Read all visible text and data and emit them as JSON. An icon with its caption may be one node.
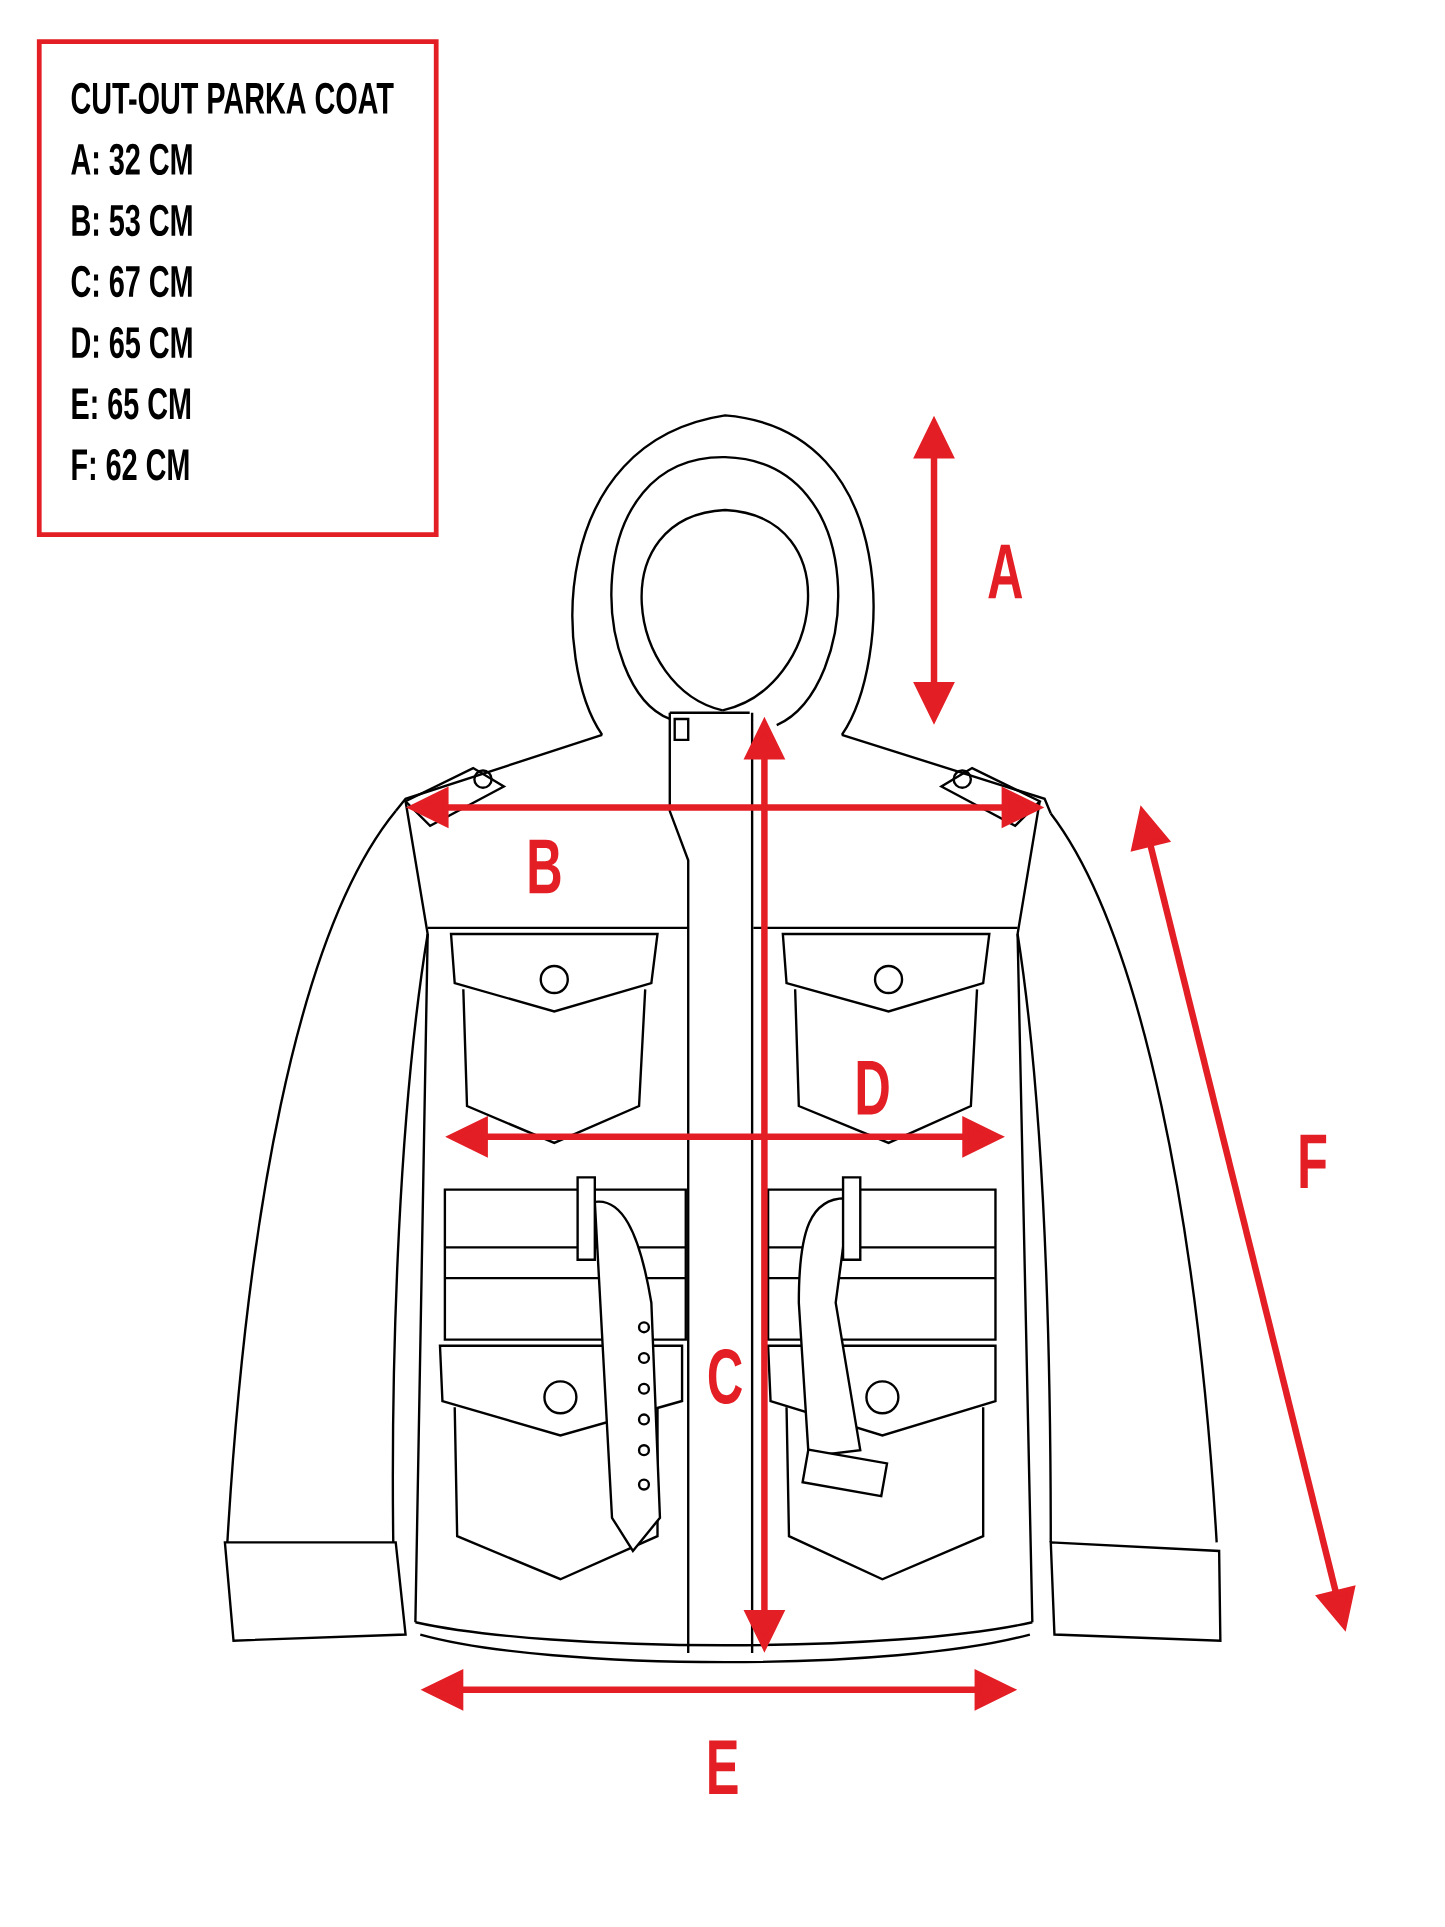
{
  "diagram": {
    "nodes": [
      {
        "text": [
          "CUT-OUT PARKA COAT",
          "A: 32 CM",
          "B: 53 CM",
          "C: 67 CM",
          "D: 65 CM",
          "E: 65 CM",
          "F: 62 CM"
        ]
      }
    ],
    "edges": [],
    "labels": [
      "A",
      "B",
      "D",
      "C",
      "E",
      "F"
    ]
  }
}
